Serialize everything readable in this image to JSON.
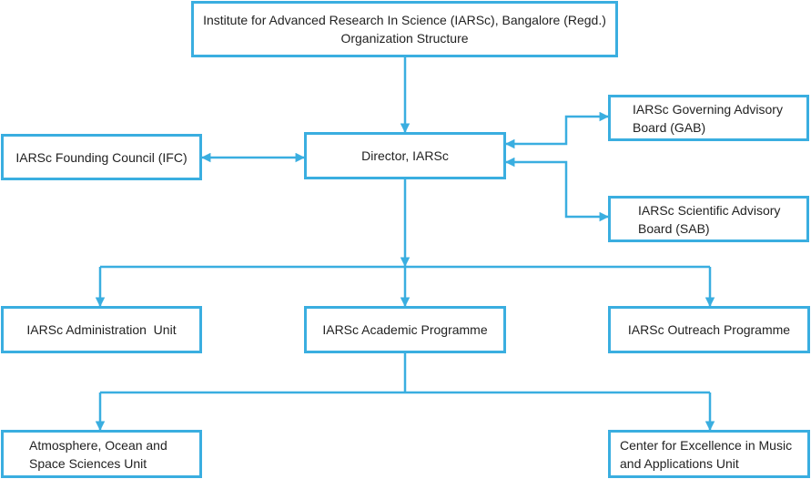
{
  "diagram": {
    "line_color": "#3aaee0",
    "box_border_color": "#3aaee0",
    "title": {
      "line1": "Institute for Advanced Research In Science (IARSc), Bangalore (Regd.)",
      "line2": "Organization Structure"
    },
    "director": "Director, IARSc",
    "founding_council": "IARSc Founding Council (IFC)",
    "gab": {
      "line1": "IARSc Governing Advisory",
      "line2": "Board (GAB)"
    },
    "sab": {
      "line1": "IARSc Scientific Advisory",
      "line2": "Board (SAB)"
    },
    "administration": "IARSc Administration  Unit",
    "academic": "IARSc Academic Programme",
    "outreach": "IARSc Outreach Programme",
    "atmosphere": {
      "line1": "Atmosphere, Ocean and",
      "line2": "Space Sciences Unit"
    },
    "music": {
      "line1": "Center for Excellence in Music",
      "line2": "and Applications Unit"
    }
  }
}
